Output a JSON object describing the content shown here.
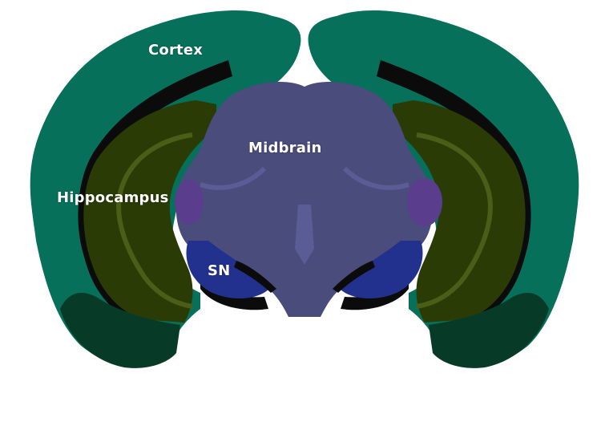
{
  "labels": {
    "cortex": "Cortex",
    "midbrain": "Midbrain",
    "hippocampus": "Hippocampus",
    "sn": "SN"
  },
  "colors": {
    "cortex": "#06705a",
    "cortex_dark": "#0a4a35",
    "cortex_darker": "#083a28",
    "hippocampus": "#2a3b05",
    "hippocampus_ring": "#4b5e17",
    "midbrain": "#4a4c7b",
    "midbrain_light": "#5a5c96",
    "sn": "#23318e",
    "purple_region": "#5b3d8e",
    "dark_lateral": "#0b0b0b",
    "background": "#ffffff"
  }
}
